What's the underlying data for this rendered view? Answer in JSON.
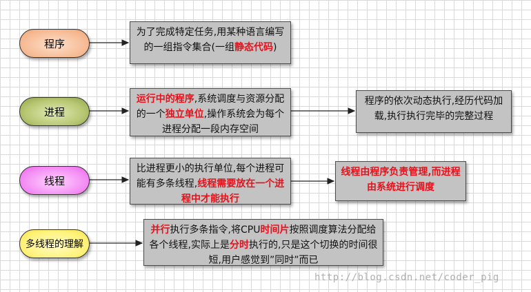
{
  "nodes": [
    {
      "label": "程序"
    },
    {
      "label": "进程"
    },
    {
      "label": "线程"
    },
    {
      "label": "多线程的理解"
    }
  ],
  "boxes": {
    "program": {
      "p1": "为了完成特定任务,用某种语言编写的一组指令集合(一组",
      "r1": "静态代码",
      "p2": ")"
    },
    "process": {
      "r1": "运行中的程序",
      "p1": ",系统调度与资源分配的一个",
      "r2": "独立单位",
      "p2": ",操作系统会为每个进程分配一段内存空间"
    },
    "process_note": {
      "p1": "程序的依次动态执行,经历代码加载,执行执行完毕的完整过程"
    },
    "thread": {
      "p1": "比进程更小的执行单位,每个进程可能有多条线程,",
      "r1": "线程需要放在一个进程中才能执行"
    },
    "thread_note": {
      "r1": "线程由程序负责管理,而进程由系统进行调度"
    },
    "multithread": {
      "r1": "并行",
      "p1": "执行多条指令,将CPU",
      "r2": "时间片",
      "p2": "按照调度算法分配给各个线程,实际上是",
      "r3": "分时",
      "p3": "执行的,只是这个切换的时间很短,用户感觉到”同时”而已"
    }
  },
  "watermark": "http://blog.csdn.net/coder_pig",
  "colors": {
    "highlight": "#e8111b",
    "box_fill": "#c3c3c3",
    "grid": "#d9d9d9"
  }
}
